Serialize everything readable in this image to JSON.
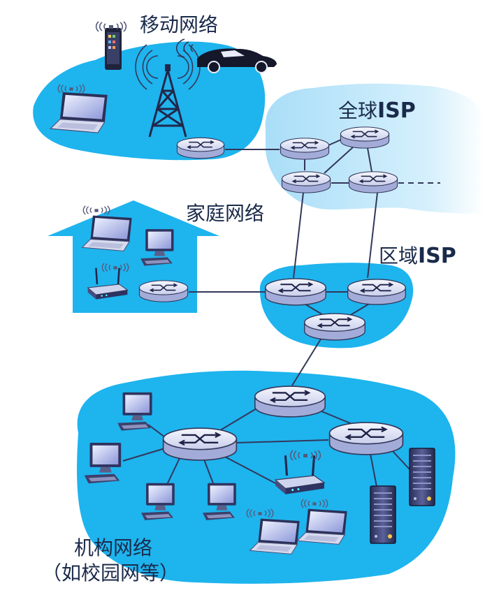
{
  "labels": {
    "mobile": "移动网络",
    "global_isp_cn": "全球",
    "global_isp_en": "ISP",
    "home": "家庭网络",
    "regional_isp_cn": "区域",
    "regional_isp_en": "ISP",
    "institution_line1": "机构网络",
    "institution_line2": "（如校园网等）"
  },
  "colors": {
    "network_fill": "#1eb4ee",
    "global_isp_fill": "#b8e6fb",
    "router_top": "#eef1fb",
    "router_side": "#a3acd8",
    "link": "#33375a",
    "label_text": "#1a2a4a"
  }
}
